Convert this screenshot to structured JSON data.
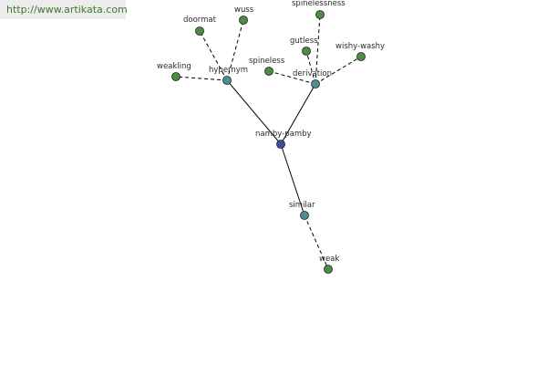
{
  "banner": {
    "url": "http://www.artikata.com"
  },
  "colors": {
    "center": "#3d4f9a",
    "relation": "#4f8f93",
    "leaf": "#4c8c43",
    "banner_text": "#3c7a2e",
    "banner_bg": "#ececec"
  },
  "graph": {
    "nodes": [
      {
        "id": "namby-pamby",
        "label": "namby-pamby",
        "kind": "center"
      },
      {
        "id": "hypernym",
        "label": "hypernym",
        "kind": "relation"
      },
      {
        "id": "derivation",
        "label": "derivation",
        "kind": "relation"
      },
      {
        "id": "similar",
        "label": "similar",
        "kind": "relation"
      },
      {
        "id": "doormat",
        "label": "doormat",
        "kind": "leaf"
      },
      {
        "id": "wuss",
        "label": "wuss",
        "kind": "leaf"
      },
      {
        "id": "weakling",
        "label": "weakling",
        "kind": "leaf"
      },
      {
        "id": "spinelessness",
        "label": "spinelessness",
        "kind": "leaf"
      },
      {
        "id": "gutless",
        "label": "gutless",
        "kind": "leaf"
      },
      {
        "id": "wishy-washy",
        "label": "wishy-washy",
        "kind": "leaf"
      },
      {
        "id": "spineless",
        "label": "spineless",
        "kind": "leaf"
      },
      {
        "id": "weak",
        "label": "weak",
        "kind": "leaf"
      }
    ],
    "edges": [
      {
        "from": "namby-pamby",
        "to": "hypernym",
        "style": "solid"
      },
      {
        "from": "namby-pamby",
        "to": "derivation",
        "style": "solid"
      },
      {
        "from": "namby-pamby",
        "to": "similar",
        "style": "solid"
      },
      {
        "from": "hypernym",
        "to": "doormat",
        "style": "dashed"
      },
      {
        "from": "hypernym",
        "to": "wuss",
        "style": "dashed"
      },
      {
        "from": "hypernym",
        "to": "weakling",
        "style": "dashed"
      },
      {
        "from": "derivation",
        "to": "spinelessness",
        "style": "dashed"
      },
      {
        "from": "derivation",
        "to": "gutless",
        "style": "dashed"
      },
      {
        "from": "derivation",
        "to": "wishy-washy",
        "style": "dashed"
      },
      {
        "from": "derivation",
        "to": "spineless",
        "style": "dashed"
      },
      {
        "from": "similar",
        "to": "weak",
        "style": "dashed"
      }
    ]
  }
}
